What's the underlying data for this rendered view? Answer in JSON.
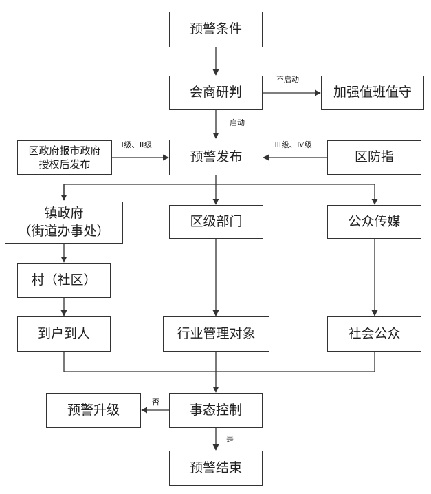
{
  "nodes": {
    "warning_condition": "预警条件",
    "consultation": "会商研判",
    "strengthen_duty": "加强值班值守",
    "district_gov_authorized": "区政府报市政府\n授权后发布",
    "warning_release": "预警发布",
    "district_command": "区防指",
    "town_gov": "镇政府\n（街道办事处）",
    "district_dept": "区级部门",
    "public_media": "公众传媒",
    "village": "村（社区）",
    "household": "到户到人",
    "industry_target": "行业管理对象",
    "public": "社会公众",
    "situation_control": "事态控制",
    "warning_upgrade": "预警升级",
    "warning_end": "预警结束"
  },
  "edge_labels": {
    "not_start": "不启动",
    "start": "启动",
    "level_1_2": "Ⅰ级、Ⅱ级",
    "level_3_4": "Ⅲ级、Ⅳ级",
    "no": "否",
    "yes": "是"
  }
}
